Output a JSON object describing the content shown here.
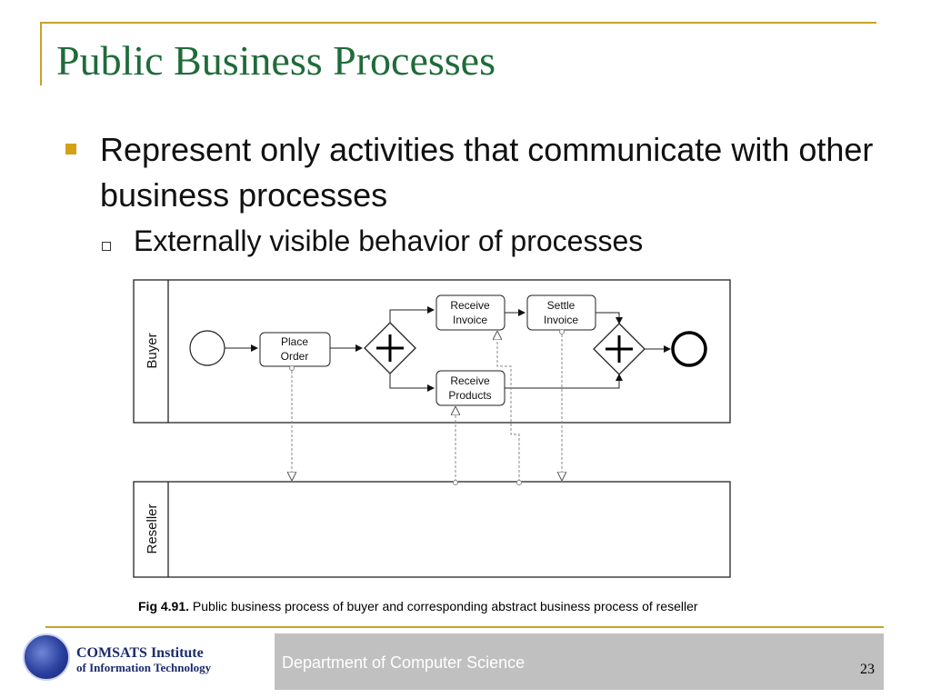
{
  "slide": {
    "title": "Public Business Processes",
    "bullet1": "Represent only activities that communicate with other business processes",
    "bullet2": "Externally visible behavior of processes",
    "page_number": "23"
  },
  "diagram": {
    "lanes": [
      "Buyer",
      "Reseller"
    ],
    "tasks": {
      "place_order": [
        "Place",
        "Order"
      ],
      "receive_invoice": [
        "Receive",
        "Invoice"
      ],
      "settle_invoice": [
        "Settle",
        "Invoice"
      ],
      "receive_products": [
        "Receive",
        "Products"
      ]
    },
    "caption_label": "Fig 4.91.",
    "caption_text": " Public business process of buyer and corresponding abstract business process of reseller"
  },
  "footer": {
    "logo_line1": "COMSATS Institute",
    "logo_line2": "of Information Technology",
    "department": "Department of Computer Science"
  },
  "colors": {
    "title": "#1f6b3a",
    "accent": "#c9a227",
    "bullet": "#d4a017",
    "footer_box": "#c0c0c0"
  }
}
